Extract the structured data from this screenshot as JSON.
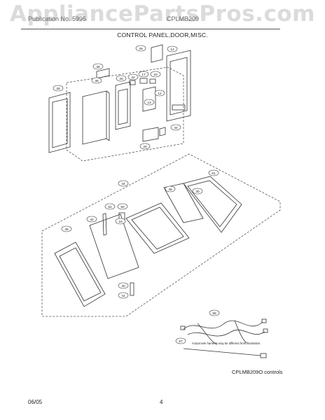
{
  "watermark": "AppliancePartsPros.com",
  "header": {
    "left": "Publication No. 5995",
    "model": "CPLMB209"
  },
  "section_title": "CONTROL PANEL,DOOR,MISC.",
  "callouts": {
    "c29": "29",
    "c14": "14",
    "c36": "36",
    "c35": "35",
    "c25": "25",
    "c22": "22",
    "c17": "17",
    "c23": "23",
    "c12": "12",
    "c13": "13",
    "c28": "28",
    "c34": "34",
    "c20": "20",
    "c44": "44",
    "c61": "61",
    "c48": "48",
    "c30": "30",
    "c52": "52",
    "c50": "50",
    "c16": "16",
    "c42": "42",
    "c46": "46",
    "c40": "40",
    "c41": "41",
    "c58": "58",
    "c57": "57"
  },
  "harness_note": "Actual wire harness may be different from illustration.",
  "caption": "CPLMB209O controls",
  "footer": {
    "date": "06/05",
    "page": "4"
  },
  "colors": {
    "line": "#333333",
    "dash": "#555555",
    "watermark": "#bebebe"
  }
}
